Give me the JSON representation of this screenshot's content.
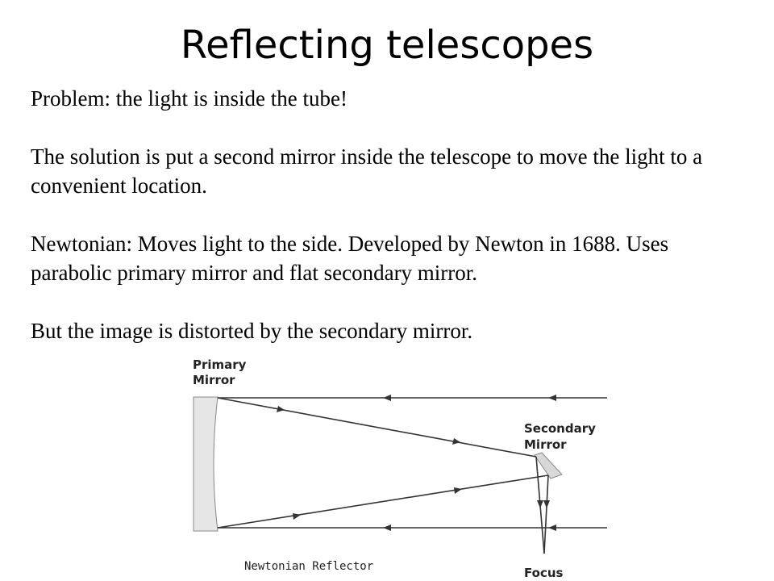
{
  "slide": {
    "title": "Reflecting telescopes",
    "paragraphs": [
      "Problem: the light is inside the tube!",
      "The solution is put a second mirror inside the telescope to move the light to a convenient location.",
      "Newtonian: Moves light to the side. Developed by Newton in 1688. Uses parabolic primary mirror and flat secondary mirror.",
      "But the image is distorted by the secondary mirror."
    ]
  },
  "diagram": {
    "labels": {
      "primary_line1": "Primary",
      "primary_line2": "Mirror",
      "secondary_line1": "Secondary",
      "secondary_line2": "Mirror",
      "focus": "Focus",
      "caption": "Newtonian Reflector"
    }
  }
}
